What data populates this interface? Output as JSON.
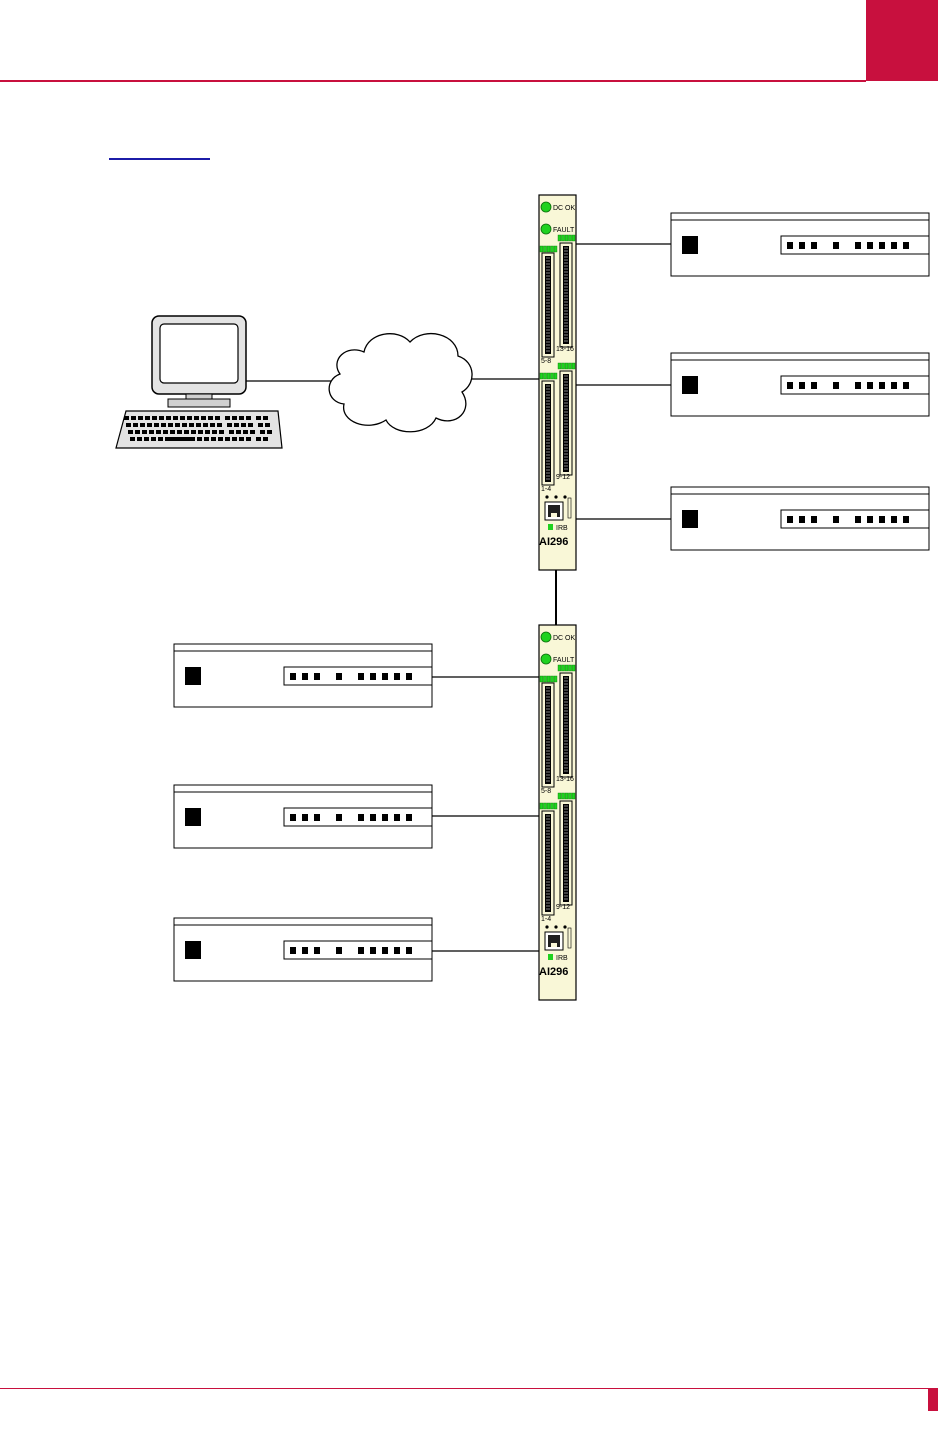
{
  "colors": {
    "brand": "#c8103e",
    "link": "#1c1ca8",
    "module_face": "#f9f7d7",
    "led_green": "#1fd21f",
    "monitor_face": "#e3e3e3",
    "screen": "#ffffff",
    "black": "#000000"
  },
  "header": {},
  "link": {
    "text": ""
  },
  "diagram": {
    "modules": [
      {
        "dc_ok_label": "DC OK",
        "fault_label": "FAULT",
        "port_label_upper_left": "5-8",
        "port_label_upper_right": "13-16",
        "port_label_lower_left": "1-4",
        "port_label_lower_right": "9-12",
        "irb_label": "IRB",
        "model_label": "AI296"
      },
      {
        "dc_ok_label": "DC OK",
        "fault_label": "FAULT",
        "port_label_upper_left": "5-8",
        "port_label_upper_right": "13-16",
        "port_label_lower_left": "1-4",
        "port_label_lower_right": "9-12",
        "irb_label": "IRB",
        "model_label": "AI296"
      }
    ],
    "devices": [
      {
        "id": "device-right-1"
      },
      {
        "id": "device-right-2"
      },
      {
        "id": "device-right-3"
      },
      {
        "id": "device-left-1"
      },
      {
        "id": "device-left-2"
      },
      {
        "id": "device-left-3"
      }
    ],
    "network": {
      "icon": "network-cloud-icon"
    },
    "terminal": {
      "icon": "computer-terminal-icon"
    }
  }
}
